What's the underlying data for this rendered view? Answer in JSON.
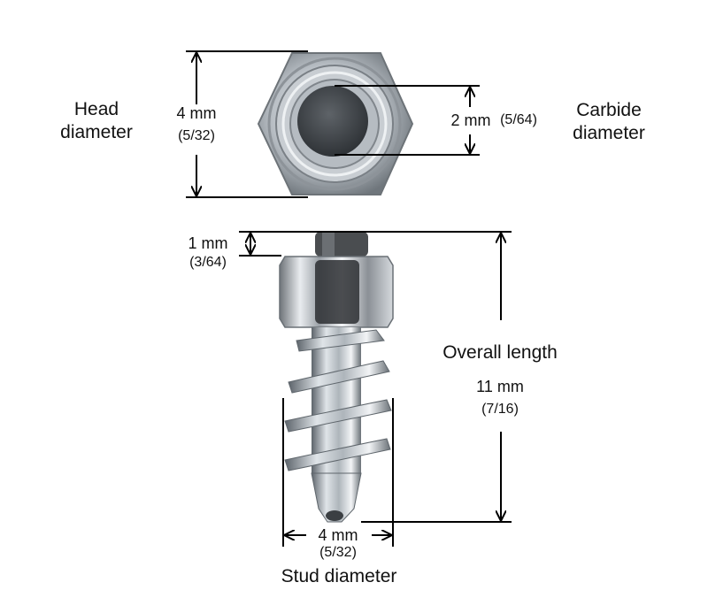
{
  "head_diameter": {
    "label_line1": "Head",
    "label_line2": "diameter",
    "metric": "4 mm",
    "imperial": "(5/32)"
  },
  "carbide_diameter": {
    "label_line1": "Carbide",
    "label_line2": "diameter",
    "metric": "2 mm",
    "imperial": "(5/64)"
  },
  "carbide_protrusion": {
    "metric": "1 mm",
    "imperial": "(3/64)"
  },
  "overall_length": {
    "label": "Overall length",
    "metric": "11 mm",
    "imperial": "(7/16)"
  },
  "stud_diameter": {
    "label": "Stud diameter",
    "metric": "4 mm",
    "imperial": "(5/32)"
  }
}
